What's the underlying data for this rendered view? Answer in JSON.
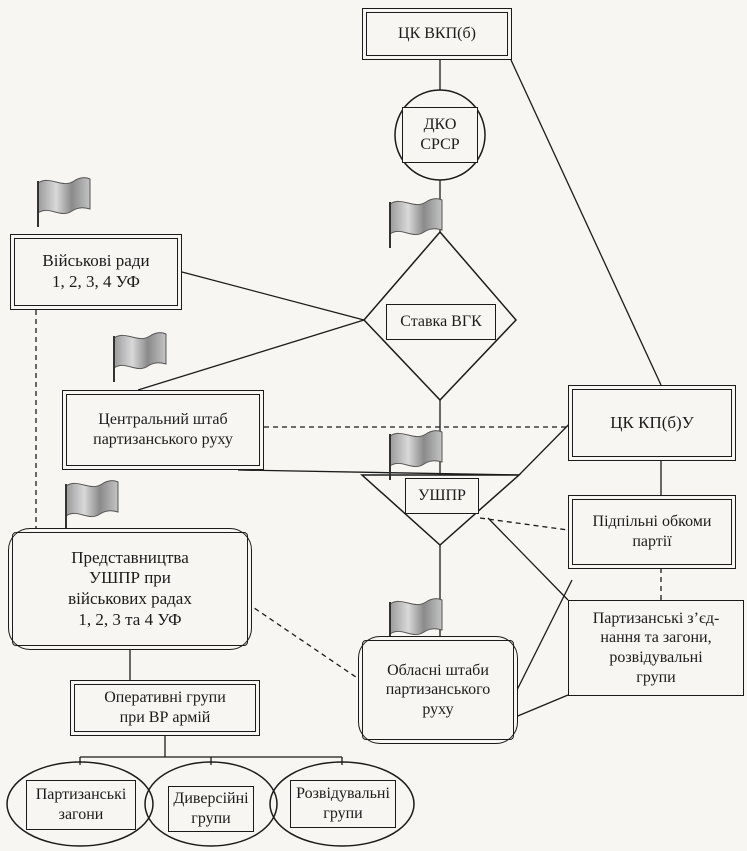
{
  "nodes": {
    "ck_vkpb": "ЦК ВКП(б)",
    "dko": "ДКО\nСРСР",
    "stavka": "Ставка ВГК",
    "viyskovi_rady": "Військові ради\n1, 2, 3, 4 УФ",
    "tsentralnyi_shtab": "Центральний штаб\nпартизанського руху",
    "ck_kpbu": "ЦК КП(б)У",
    "ushpr": "УШПР",
    "pidpilni_obkomy": "Підпільні обкоми\nпартії",
    "predstavnytstva": "Представництва\nУШПР при\nвійськових радах\n1, 2, 3 та 4 УФ",
    "partyzanski_zednannia": "Партизанські з’єд-\nнання та загони,\nрозвідувальні\nгрупи",
    "operatyvni_hrupy": "Оперативні групи\nпри ВР армій",
    "oblasni_shtaby": "Обласні штаби\nпартизанського\nруху",
    "partyzanski_zahony": "Партизанські\nзагони",
    "dyversiini_hrupy": "Диверсійні\nгрупи",
    "rozviduvalni_hrupy": "Розвідувальні\nгрупи"
  }
}
